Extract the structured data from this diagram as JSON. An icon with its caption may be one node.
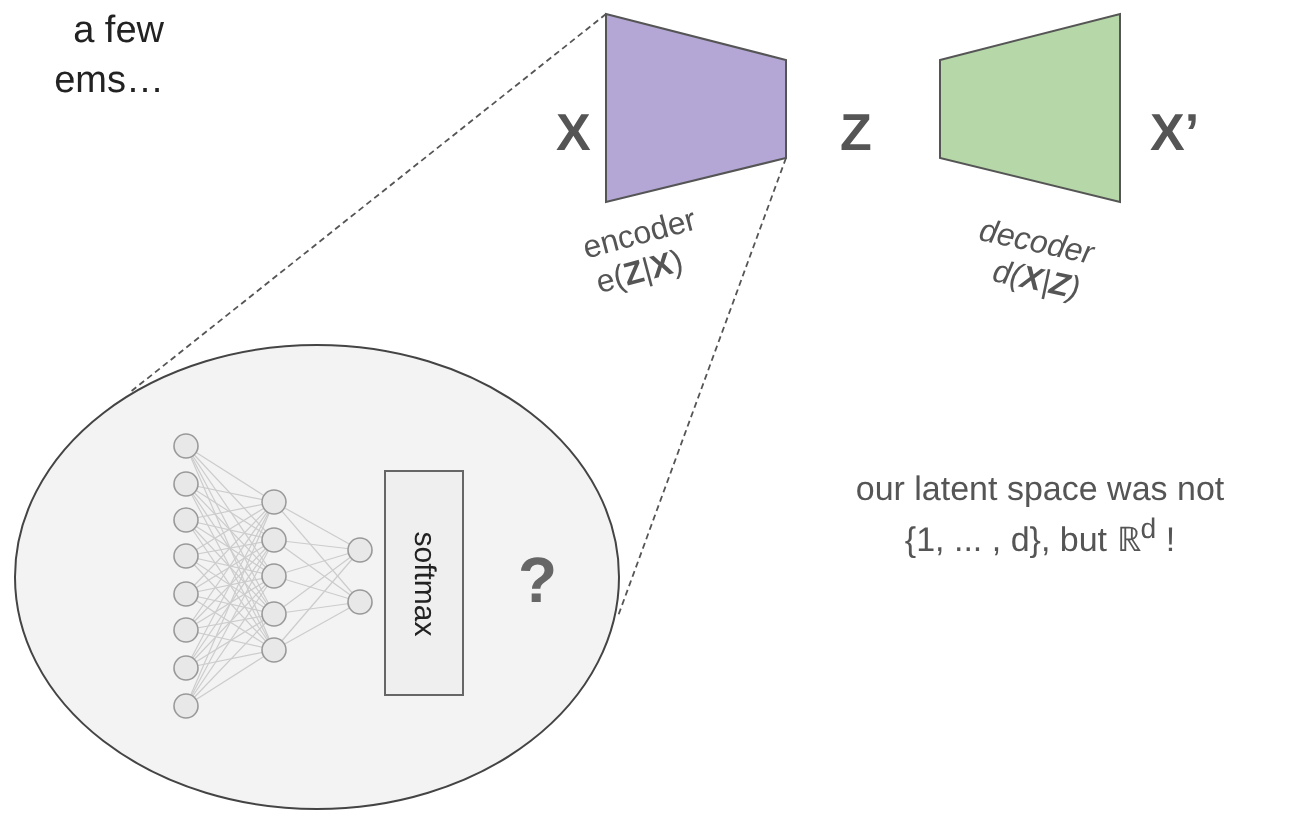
{
  "diagram": {
    "nodes": [
      {
        "text": [],
        "shape": "trapezoid",
        "beside": [
          "encoder",
          "e(**Z**|**X**)"
        ]
      },
      {
        "text": [],
        "shape": "trapezoid",
        "beside": [
          "decoder",
          "d(**X**|**Z**)"
        ]
      },
      {
        "text": [
          "?"
        ]
      },
      {
        "text": [
          "softmax"
        ],
        "in": 2
      }
    ],
    "edges": [
      {
        "from": 0,
        "to": 2,
        "arrow": "none",
        "style": "dashed"
      },
      {
        "from": 0,
        "to": 2,
        "arrow": "none",
        "style": "dashed"
      }
    ],
    "labels": [
      "a few ems…",
      "X",
      "Z",
      "X’",
      "our latent space was not {1, ... , d}, but ℝ$^{d}$ !"
    ]
  }
}
